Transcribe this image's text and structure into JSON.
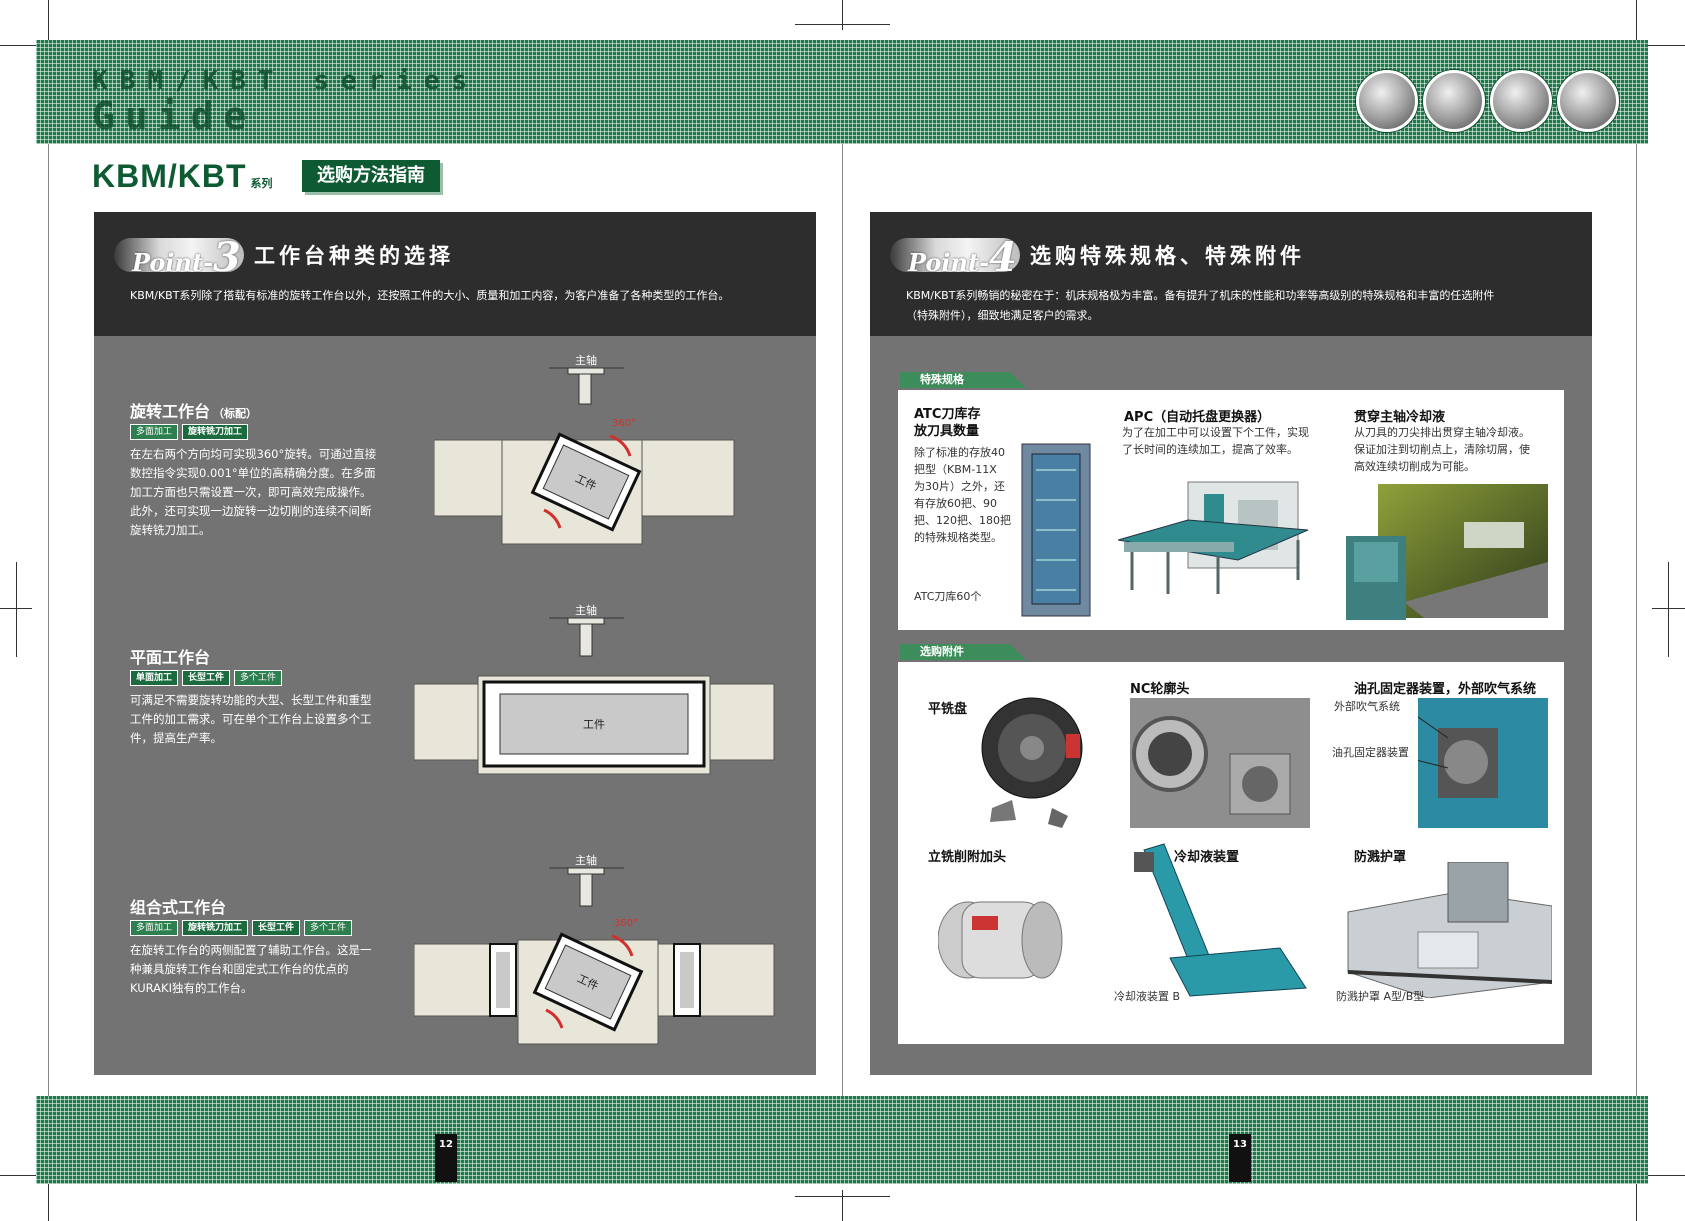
{
  "header": {
    "series_text": "KBM/KBT series",
    "guide_text": "Guide"
  },
  "brand": {
    "name": "KBM/KBT",
    "suffix": "系列",
    "badge": "选购方法指南"
  },
  "left": {
    "point_label": "Point-",
    "point_num": "3",
    "title": "工作台种类的选择",
    "desc": "KBM/KBT系列除了搭载有标准的旋转工作台以外，还按照工件的大小、质量和加工内容，为客户准备了各种类型的工作台。",
    "sections": [
      {
        "title": "旋转工作台",
        "note": "（标配）",
        "tags": [
          "多面加工",
          "旋转铣刀加工"
        ],
        "lines": [
          "在左右两个方向均可实现360°旋转。可通过直接",
          "数控指令实现0.001°单位的高精确分度。在多面",
          "加工方面也只需设置一次，即可高效完成操作。",
          "此外，还可实现一边旋转一边切削的连续不间断",
          "旋转铣刀加工。"
        ]
      },
      {
        "title": "平面工作台",
        "note": "",
        "tags": [
          "单面加工",
          "长型工件",
          "多个工件"
        ],
        "lines": [
          "可满足不需要旋转功能的大型、长型工件和重型",
          "工件的加工需求。可在单个工作台上设置多个工",
          "件，提高生产率。"
        ]
      },
      {
        "title": "组合式工作台",
        "note": "",
        "tags": [
          "多面加工",
          "旋转铣刀加工",
          "长型工件",
          "多个工件"
        ],
        "lines": [
          "在旋转工作台的两侧配置了辅助工作台。这是一",
          "种兼具旋转工作台和固定式工作台的优点的",
          "KURAKI独有的工作台。"
        ]
      }
    ],
    "diagram": {
      "spindle": "主轴",
      "workpiece": "工件",
      "angle": "360°"
    }
  },
  "right": {
    "point_label": "Point-",
    "point_num": "4",
    "title": "选购特殊规格、特殊附件",
    "desc_lines": [
      "KBM/KBT系列畅销的秘密在于：机床规格极为丰富。备有提升了机床的性能和功率等高级别的特殊规格和丰富的任选附件",
      "（特殊附件），细致地满足客户的需求。"
    ],
    "special": {
      "tab": "特殊规格",
      "items": [
        {
          "title": "ATC刀库存\n放刀具数量",
          "lines": [
            "除了标准的存放40",
            "把型（KBM-11X",
            "为30片）之外，还",
            "有存放60把、90",
            "把、120把、180把",
            "的特殊规格类型。"
          ],
          "caption": "ATC刀库60个"
        },
        {
          "title": "APC（自动托盘更换器）",
          "lines": [
            "为了在加工中可以设置下个工件，实现",
            "了长时间的连续加工，提高了效率。"
          ]
        },
        {
          "title": "贯穿主轴冷却液",
          "lines": [
            "从刀具的刀尖排出贯穿主轴冷却液。",
            "保证加注到切削点上，清除切屑，使",
            "高效连续切削成为可能。"
          ]
        }
      ]
    },
    "options": {
      "tab": "选购附件",
      "items": [
        {
          "title": "平铣盘"
        },
        {
          "title": "NC轮廓头"
        },
        {
          "title": "油孔固定器装置，外部吹气系统",
          "callouts": [
            "外部吹气系统",
            "油孔固定器装置"
          ]
        },
        {
          "title": "立铣削附加头"
        },
        {
          "title": "冷却液装置",
          "caption": "冷却液装置 B"
        },
        {
          "title": "防溅护罩",
          "caption": "防溅护罩 A型/B型"
        }
      ]
    }
  },
  "page_numbers": {
    "left": "12",
    "right": "13"
  },
  "colors": {
    "green": "#1e7a4a",
    "dark_green": "#0e5a33",
    "panel_gray": "#737373",
    "head_dark": "#2d2d2d"
  }
}
